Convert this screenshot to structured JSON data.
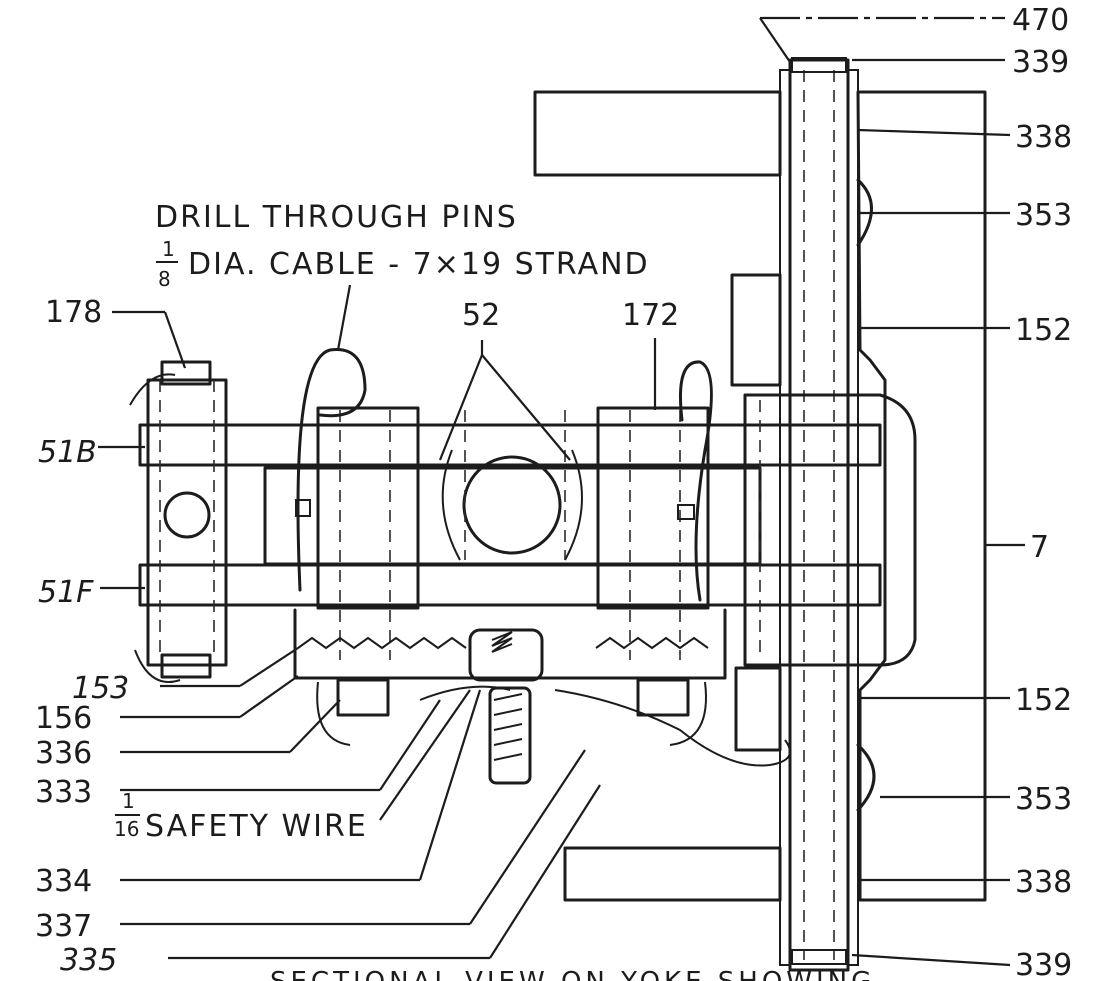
{
  "notes": {
    "drill": "DRILL THROUGH PINS",
    "cable_num": "1",
    "cable_den": "8",
    "cable": "DIA. CABLE - 7×19 STRAND",
    "wire_num": "1",
    "wire_den": "16",
    "wire": "SAFETY WIRE",
    "caption": "SECTIONAL VIEW ON YOKE SHOWING"
  },
  "labels": {
    "l470": "470",
    "l339_top": "339",
    "l338_top": "338",
    "l353_top": "353",
    "l152_top": "152",
    "l7": "7",
    "l152_bot": "152",
    "l353_bot": "353",
    "l338_bot": "338",
    "l339_bot": "339",
    "l178": "178",
    "l52": "52",
    "l172": "172",
    "l51B": "51B",
    "l51F": "51F",
    "l153": "153",
    "l156": "156",
    "l336": "336",
    "l333": "333",
    "l334": "334",
    "l337": "337",
    "l335": "335"
  }
}
